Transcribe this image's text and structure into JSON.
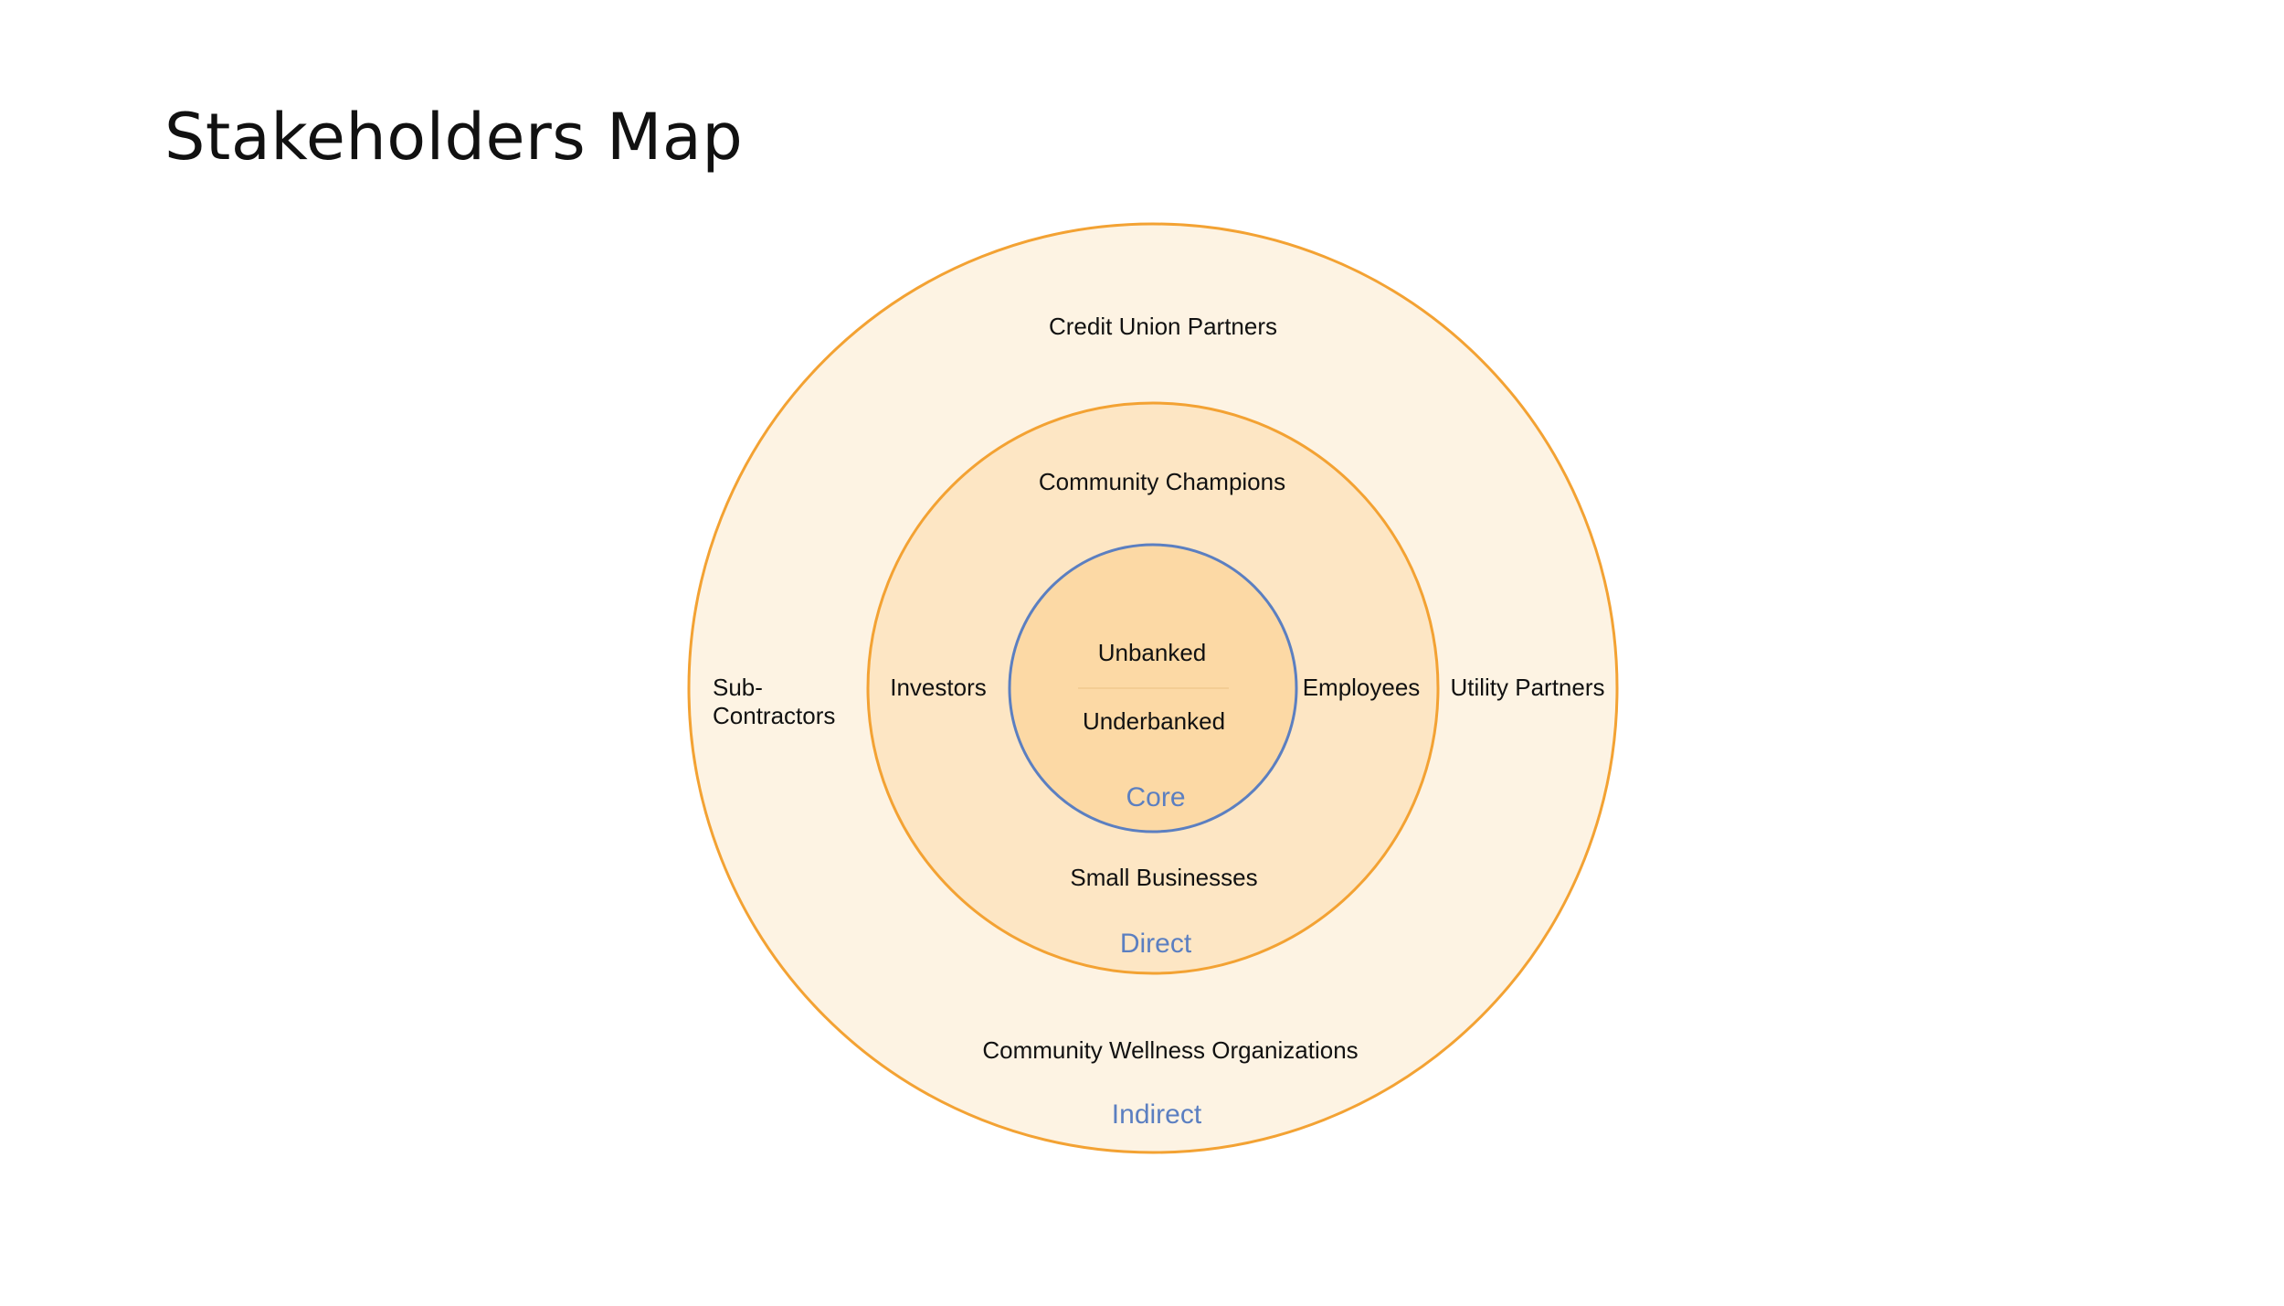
{
  "title": "Stakeholders Map",
  "colors": {
    "outer_fill": "#fdf3e3",
    "middle_fill": "#fde6c4",
    "core_fill": "#fcd9a5",
    "ring_stroke": "#f3a233",
    "core_stroke": "#5b7fc1",
    "zone_label": "#5b7fc1",
    "divider": "#f0c98e"
  },
  "zones": {
    "indirect": {
      "label": "Indirect",
      "top": "Credit Union Partners",
      "left_line1": "Sub-",
      "left_line2": "Contractors",
      "right": "Utility Partners",
      "bottom": "Community Wellness Organizations"
    },
    "direct": {
      "label": "Direct",
      "top": "Community Champions",
      "left": "Investors",
      "right": "Employees",
      "bottom": "Small Businesses"
    },
    "core": {
      "label": "Core",
      "upper": "Unbanked",
      "lower": "Underbanked"
    }
  }
}
